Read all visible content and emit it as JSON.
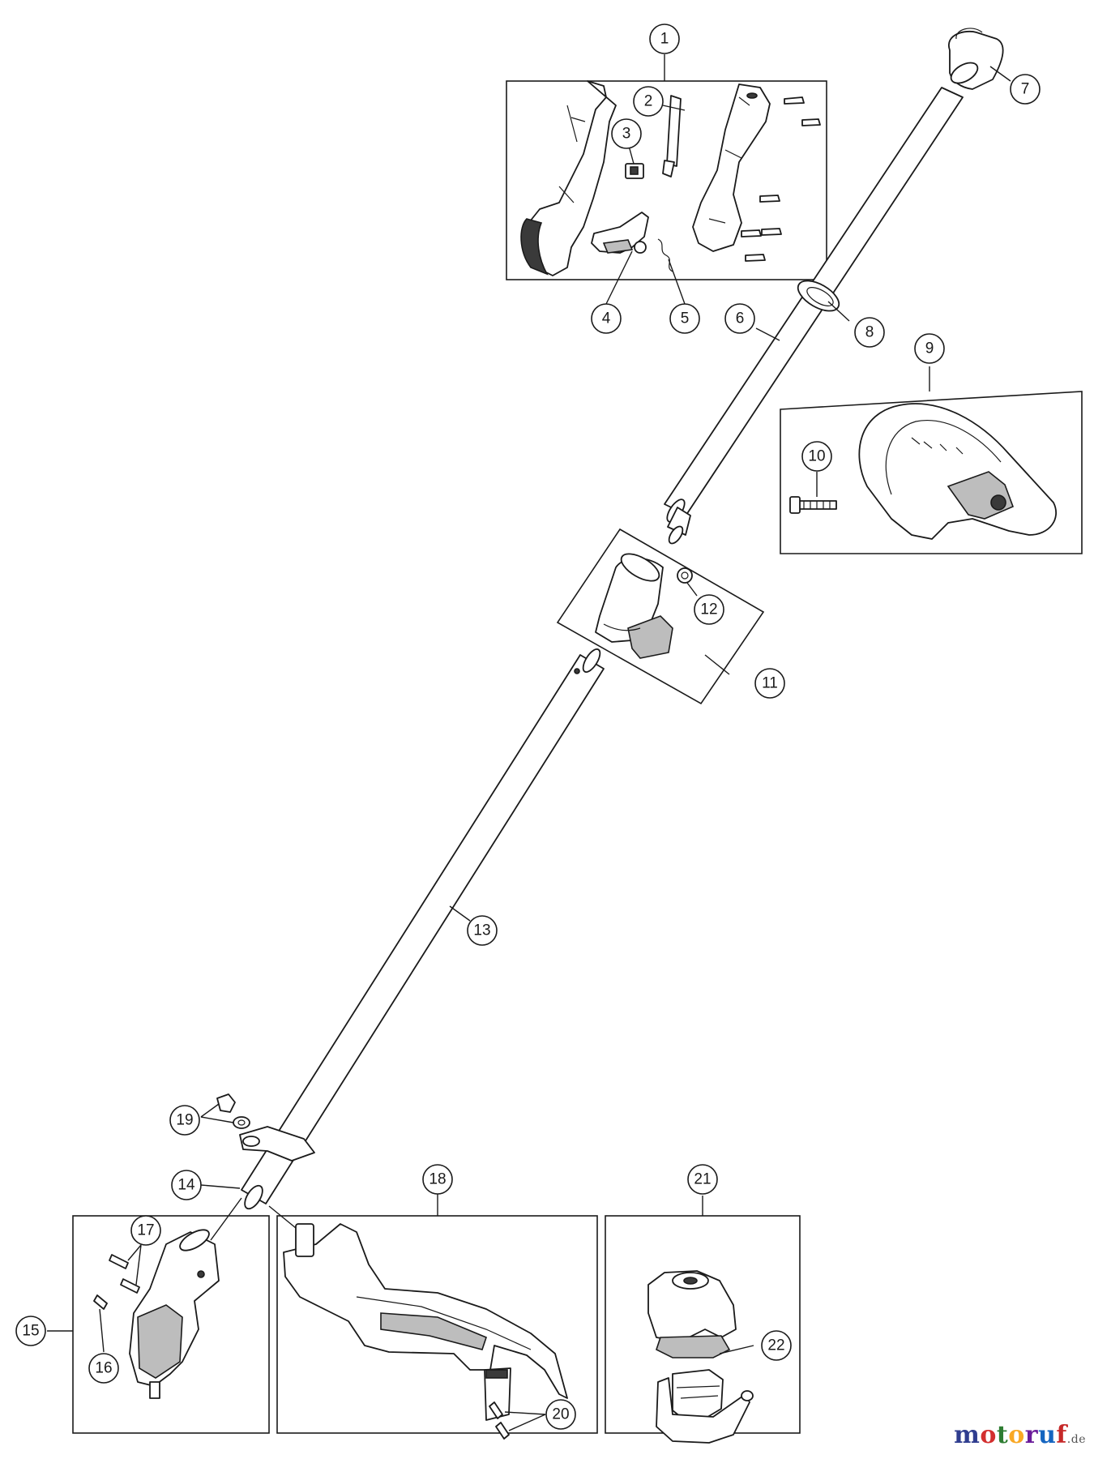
{
  "diagram": {
    "callouts": [
      {
        "id": "c1",
        "label": "1"
      },
      {
        "id": "c2",
        "label": "2"
      },
      {
        "id": "c3",
        "label": "3"
      },
      {
        "id": "c4",
        "label": "4"
      },
      {
        "id": "c5",
        "label": "5"
      },
      {
        "id": "c6",
        "label": "6"
      },
      {
        "id": "c7",
        "label": "7"
      },
      {
        "id": "c8",
        "label": "8"
      },
      {
        "id": "c9",
        "label": "9"
      },
      {
        "id": "c10",
        "label": "10"
      },
      {
        "id": "c11",
        "label": "11"
      },
      {
        "id": "c12",
        "label": "12"
      },
      {
        "id": "c13",
        "label": "13"
      },
      {
        "id": "c14",
        "label": "14"
      },
      {
        "id": "c15",
        "label": "15"
      },
      {
        "id": "c16",
        "label": "16"
      },
      {
        "id": "c17",
        "label": "17"
      },
      {
        "id": "c18",
        "label": "18"
      },
      {
        "id": "c19",
        "label": "19"
      },
      {
        "id": "c20",
        "label": "20"
      },
      {
        "id": "c21",
        "label": "21"
      },
      {
        "id": "c22",
        "label": "22"
      }
    ]
  },
  "watermark": {
    "letters": [
      {
        "ch": "m",
        "color": "#2f3d8f"
      },
      {
        "ch": "o",
        "color": "#d32f2f"
      },
      {
        "ch": "t",
        "color": "#2e7d32"
      },
      {
        "ch": "o",
        "color": "#f9a825"
      },
      {
        "ch": "r",
        "color": "#6a1b9a"
      },
      {
        "ch": "u",
        "color": "#1565c0"
      },
      {
        "ch": "f",
        "color": "#c62828"
      }
    ],
    "suffix": ".de"
  }
}
